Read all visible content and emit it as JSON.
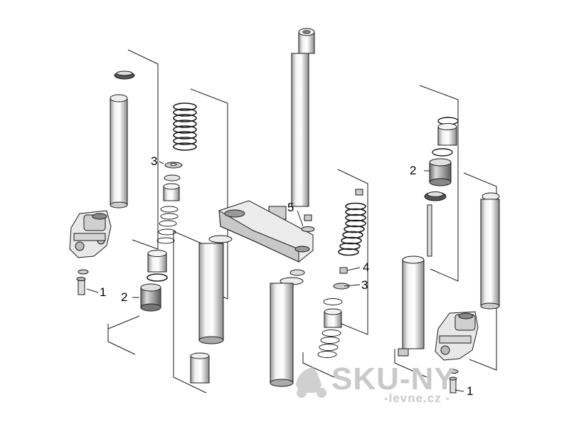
{
  "callouts": [
    {
      "id": "c1a",
      "text": "1"
    },
    {
      "id": "c2a",
      "text": "2"
    },
    {
      "id": "c3a",
      "text": "3"
    },
    {
      "id": "c5",
      "text": "5"
    },
    {
      "id": "c4",
      "text": "4"
    },
    {
      "id": "c3b",
      "text": "3"
    },
    {
      "id": "c2b",
      "text": "2"
    },
    {
      "id": "c1b",
      "text": "1"
    }
  ],
  "watermark": {
    "brand": "SKU-NY",
    "domain": "-levne.cz -"
  },
  "colors": {
    "line": "#1a1a1a",
    "fill": "#f4f4f4",
    "shade": "#cfcfcf",
    "dark": "#6a6a6a",
    "watermark": "#c9c9c9"
  }
}
